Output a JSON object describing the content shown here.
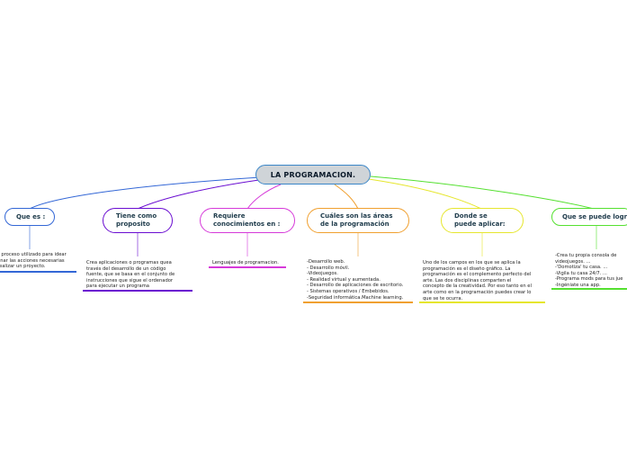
{
  "root": {
    "label": "LA PROGRAMACION."
  },
  "branches": [
    {
      "label": "Que es :",
      "color": "#3367d6",
      "text": "s proceso utilizado para idear\nenar las acciones necesarias\nrealizar un proyecto."
    },
    {
      "label": "Tiene como\nproposito",
      "color": "#6a0dd1",
      "text": "Crea aplicaciones o programas quea\ntravés del desarrollo de un código\nfuente, que se basa en el conjunto de\ninstrucciones que sigue el ordenador\npara ejecutar un programa"
    },
    {
      "label": "Requiere\nconocimientos en :",
      "color": "#d63ad9",
      "text": "Lenguajes de programacion."
    },
    {
      "label": "Cuáles son las áreas\nde la programación",
      "color": "#f0a030",
      "text": "-Desarrollo web.\n- Desarrollo móvil.\n-Videojuegos.\n- Realidad virtual y aumentada.\n- Desarrollo de aplicaciones de escritorio.\n- Sistemas operativos / Embebidos.\n-Seguridad informática.Machine learning."
    },
    {
      "label": "Donde se\npuede aplicar:",
      "color": "#e6e62e",
      "text": "Uno de los campos en los que se aplica la\nprogramación es el diseño gráfico. La\nprogramación es el complemento perfecto del\narte. Las dos disciplinas comparten el\nconcepto de la creatividad. Por eso tanto en el\narte como en la programación puedes crear lo\nque se te ocurra."
    },
    {
      "label": "Que se puede logra",
      "color": "#55e030",
      "text": "-Crea tu propia consola de\nvideojuegos. ...\n-'Domotiza' tu casa. ...\n-Vigila tu casa 24/7. ...\n-Programa mods para tus jue\n-Ingéniate una app."
    }
  ]
}
